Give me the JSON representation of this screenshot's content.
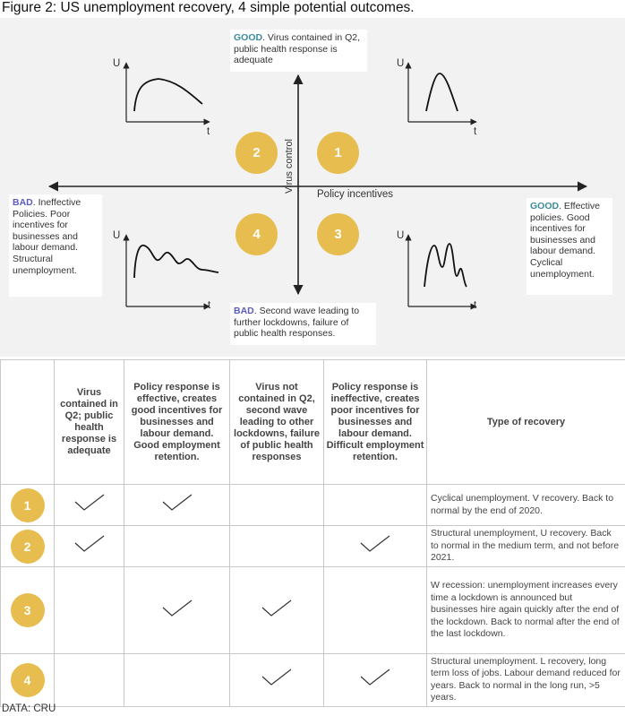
{
  "title": "Figure 2: US unemployment recovery, 4 simple potential outcomes.",
  "source": "DATA: CRU",
  "diagram": {
    "top": {
      "tag": "GOOD",
      "text": ". Virus contained in Q2, public health response is adequate"
    },
    "bottom": {
      "tag": "BAD",
      "text": ". Second wave leading to further lockdowns, failure of public health responses."
    },
    "left": {
      "tag": "BAD",
      "text": ". Ineffective Policies. Poor incentives for businesses and labour demand. Structural unemployment."
    },
    "right": {
      "tag": "GOOD",
      "text": ". Effective policies. Good incentives for businesses and labour demand. Cyclical unemployment."
    },
    "vertical_axis_label": "Virus control",
    "horizontal_axis_label": "Policy incentives",
    "circles": [
      "2",
      "1",
      "4",
      "3"
    ],
    "axis_u": "U",
    "axis_t": "t"
  },
  "table": {
    "headers": [
      "",
      "Virus contained in Q2; public health response is adequate",
      "Policy response is effective, creates good incentives for businesses and labour demand. Good employment retention.",
      "Virus not contained in Q2, second wave leading to other lockdowns, failure of public health responses",
      "Policy response is ineffective, creates poor incentives for businesses and labour demand. Difficult employment retention.",
      "Type of recovery"
    ],
    "rows": [
      {
        "num": "1",
        "checks": [
          true,
          true,
          false,
          false
        ],
        "desc": "Cyclical unemployment. V recovery. Back to normal by the end of 2020."
      },
      {
        "num": "2",
        "checks": [
          true,
          false,
          false,
          true
        ],
        "desc": "Structural unemployment, U recovery. Back to normal in the medium term, and not before 2021."
      },
      {
        "num": "3",
        "checks": [
          false,
          true,
          true,
          false
        ],
        "desc": "W recession: unemployment increases every time a lockdown is announced but businesses hire again quickly after the end of the lockdown. Back to normal after the end of the last lockdown."
      },
      {
        "num": "4",
        "checks": [
          false,
          false,
          true,
          true
        ],
        "desc": "Structural unemployment. L recovery, long term loss of jobs. Labour demand reduced for years. Back to normal in the long run, >5 years."
      }
    ]
  },
  "colors": {
    "accent_gold": "#e6bd4e",
    "good": "#3a8c9c",
    "bad": "#5b5bc0",
    "panel": "#f2f2f2"
  }
}
